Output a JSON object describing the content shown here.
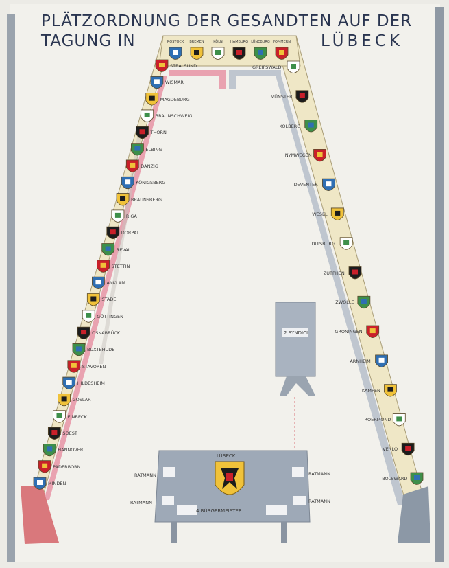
{
  "title": {
    "line1": "PLÄTZORDNUNG DER GESANDTEN AUF DER",
    "line2": "TAGUNG IN",
    "city": "LÜBECK"
  },
  "top_row": [
    "ROSTOCK",
    "BREMEN",
    "KÖLN",
    "HAMBURG",
    "LÜNEBURG",
    "POMMERN"
  ],
  "left_side": [
    "STRALSUND",
    "WISMAR",
    "MAGDEBURG",
    "BRAUNSCHWEIG",
    "THORN",
    "ELBING",
    "DANZIG",
    "KÖNIGSBERG",
    "BRAUNSBERG",
    "RIGA",
    "DORPAT",
    "REVAL",
    "STETTIN",
    "ANKLAM",
    "STADE",
    "GÖTTINGEN",
    "OSNABRÜCK",
    "BUXTEHUDE",
    "STAVOREN",
    "HILDESHEIM",
    "GOSLAR",
    "EINBECK",
    "SOEST",
    "HANNOVER",
    "PADERBORN",
    "MINDEN"
  ],
  "right_side": [
    "GREIFSWALD",
    "MÜNSTER",
    "KOLBERG",
    "NYMWEGEN",
    "DEVENTER",
    "WESEL",
    "DUISBURG",
    "ZÜTPHEN",
    "ZWOLLE",
    "GRONINGEN",
    "ARNHEIM",
    "KAMPEN",
    "ROERMOND",
    "VENLO",
    "BOLSWARD"
  ],
  "syndic_table": {
    "label": "2 SYNDICI"
  },
  "main_table": {
    "host": "LÜBECK",
    "mayors": "4 BÜRGERMEISTER",
    "ratmann_left_1": "RATMANN",
    "ratmann_left_2": "RATMANN",
    "ratmann_right_1": "RATMANN",
    "ratmann_right_2": "RATMANN"
  }
}
